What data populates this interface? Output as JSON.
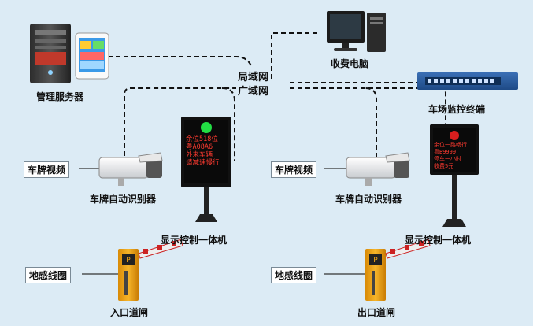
{
  "network": {
    "lan": "局域网",
    "wan": "广域网"
  },
  "nodes": {
    "server": "管理服务器",
    "pc": "收费电脑",
    "switch": "车场监控终端"
  },
  "entrance": {
    "video_label": "车牌视频",
    "camera_label": "车牌自动识别器",
    "display_label": "显示控制一体机",
    "loop_label": "地感线圈",
    "gate_label": "入口道闸",
    "led_lines": [
      "余位518位",
      "粤A08A6",
      "外来车辆",
      "请减速慢行"
    ]
  },
  "exit": {
    "video_label": "车牌视频",
    "camera_label": "车牌自动识别器",
    "display_label": "显示控制一体机",
    "loop_label": "地感线圈",
    "gate_label": "出口道闸",
    "led_lines": [
      "余位一路畅行",
      "粤B9999",
      "停车一小时",
      "收费5元"
    ]
  },
  "colors": {
    "background": "#dcebf5",
    "barrier_yellow": "#f2a516",
    "led_red": "#ff3b30",
    "signal_green": "#22dd44"
  }
}
